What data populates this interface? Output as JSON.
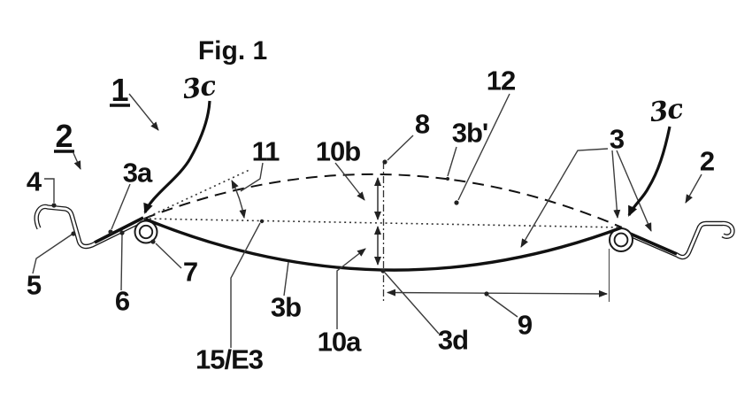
{
  "figure_label": "Fig. 1",
  "references": {
    "r1": "1",
    "r2_left": "2",
    "r4": "4",
    "r3a": "3a",
    "r3c_left": "3c",
    "r5": "5",
    "r6": "6",
    "r7": "7",
    "r11": "11",
    "r10b": "10b",
    "r8": "8",
    "r3b_prime": "3b'",
    "r12": "12",
    "r3": "3",
    "r3c_right": "3c",
    "r2_right": "2",
    "r3b": "3b",
    "r10a": "10a",
    "r15_e3": "15/E3",
    "r3d": "3d",
    "r9": "9"
  },
  "colors": {
    "ink": "#111111",
    "leader": "#3c3c3c",
    "background": "#ffffff"
  }
}
